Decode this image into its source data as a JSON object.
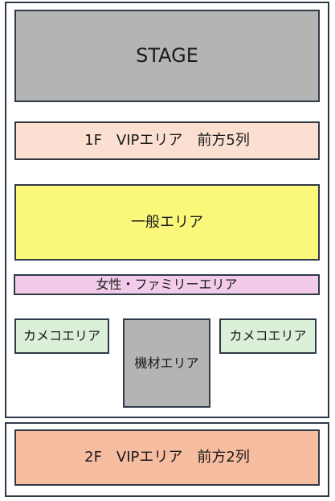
{
  "areas": {
    "stage": {
      "label": "STAGE",
      "color": "#b4b4b4"
    },
    "vip1f": {
      "label": "1F　VIPエリア　前方5列",
      "color": "#fbe0d2"
    },
    "general": {
      "label": "一般エリア",
      "color": "#fbf77a"
    },
    "family": {
      "label": "女性・ファミリーエリア",
      "color": "#f2cbea"
    },
    "camera_left": {
      "label": "カメコエリア",
      "color": "#dcefd8"
    },
    "equipment": {
      "label": "機材エリア",
      "color": "#b4b4b4"
    },
    "camera_right": {
      "label": "カメコエリア",
      "color": "#dcefd8"
    },
    "vip2f": {
      "label": "2F　VIPエリア　前方2列",
      "color": "#f7bda1"
    }
  },
  "colors": {
    "border": "#2f3a47",
    "background": "#ffffff"
  }
}
